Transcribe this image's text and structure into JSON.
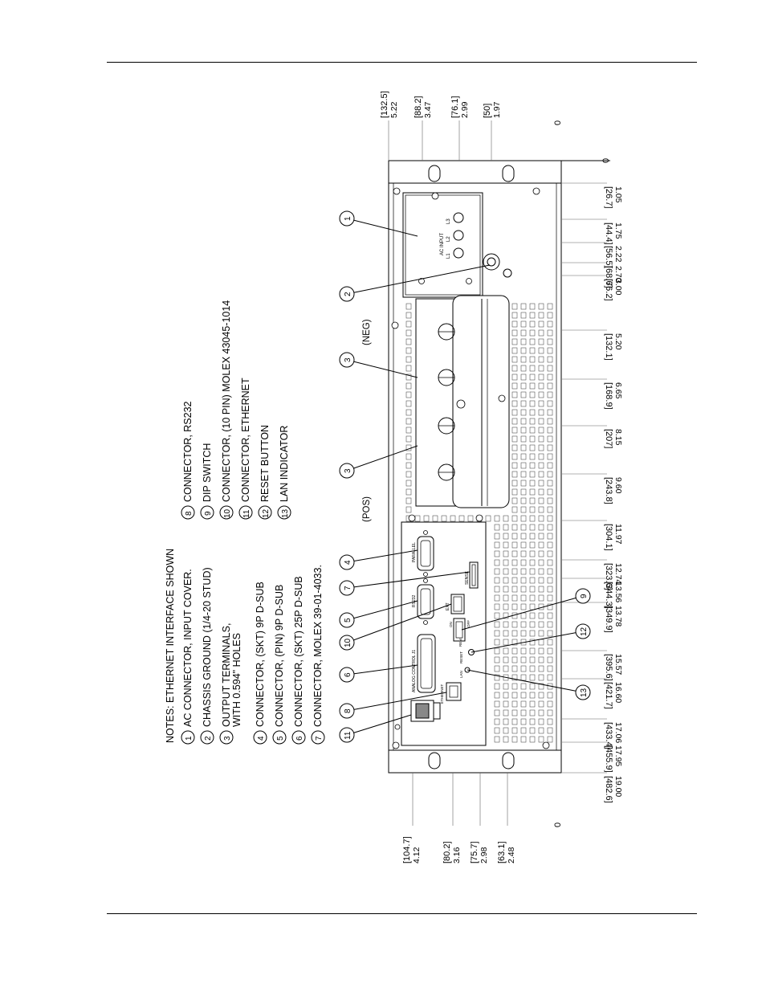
{
  "notes": {
    "title": "NOTES: ETHERNET INTERFACE SHOWN",
    "items": [
      {
        "num": "1",
        "lines": [
          "AC CONNECTOR, INPUT COVER."
        ]
      },
      {
        "num": "2",
        "lines": [
          "CHASSIS GROUND (1/4-20 STUD)"
        ]
      },
      {
        "num": "3",
        "lines": [
          "OUTPUT TERMINALS,",
          "WITH 0.594\" HOLES"
        ]
      },
      {
        "num": "4",
        "lines": [
          "CONNECTOR, (SKT) 9P D-SUB"
        ]
      },
      {
        "num": "5",
        "lines": [
          "CONNECTOR, (PIN) 9P D-SUB"
        ]
      },
      {
        "num": "6",
        "lines": [
          "CONNECTOR, (SKT) 25P D-SUB"
        ]
      },
      {
        "num": "7",
        "lines": [
          "CONNECTOR, MOLEX 39-01-4033."
        ]
      },
      {
        "num": "8",
        "lines": [
          "CONNECTOR, RS232"
        ]
      },
      {
        "num": "9",
        "lines": [
          "DIP SWITCH"
        ]
      },
      {
        "num": "10",
        "lines": [
          "CONNECTOR, (10 PIN) MOLEX 43045-1014"
        ]
      },
      {
        "num": "11",
        "lines": [
          "CONNECTOR, ETHERNET"
        ]
      },
      {
        "num": "12",
        "lines": [
          "RESET BUTTON"
        ]
      },
      {
        "num": "13",
        "lines": [
          "LAN INDICATOR"
        ]
      }
    ]
  },
  "polarity": {
    "neg": "(NEG)",
    "pos": "(POS)"
  },
  "panel_labels": {
    "ac_input": "AC INPUT",
    "l1": "L1",
    "l2": "L2",
    "l3": "L3",
    "parallel": "PARALLEL",
    "rs232": "RS232",
    "sense": "SENSE",
    "analog": "ANALOG CONTROL J1",
    "ethernet": "ETHERNET",
    "reset": "RESET",
    "lan": "LAN",
    "ext": "EXT",
    "rem": "REM",
    "dip_on": "ON",
    "dip_off": "OFF"
  },
  "dims_top": [
    {
      "mm": "132.5",
      "in": "5.22"
    },
    {
      "mm": "88.2",
      "in": "3.47"
    },
    {
      "mm": "76.1",
      "in": "2.99"
    },
    {
      "mm": "50",
      "in": "1.97"
    }
  ],
  "dims_bottom": [
    {
      "mm": "104.7",
      "in": "4.12"
    },
    {
      "mm": "80.2",
      "in": "3.16"
    },
    {
      "mm": "75.7",
      "in": "2.98"
    },
    {
      "mm": "63.1",
      "in": "2.48"
    }
  ],
  "dims_right": [
    {
      "mm": "26.7",
      "in": "1.05"
    },
    {
      "mm": "44.4",
      "in": "1.75"
    },
    {
      "mm": "56.5",
      "in": "2.22"
    },
    {
      "mm": "68.6",
      "in": "2.70"
    },
    {
      "mm": "76.2",
      "in": "3.00"
    },
    {
      "mm": "132.1",
      "in": "5.20"
    },
    {
      "mm": "168.9",
      "in": "6.65"
    },
    {
      "mm": "207",
      "in": "8.15"
    },
    {
      "mm": "243.8",
      "in": "9.60"
    },
    {
      "mm": "304.1",
      "in": "11.97"
    },
    {
      "mm": "323.6",
      "in": "12.74"
    },
    {
      "mm": "344.3",
      "in": "13.56"
    },
    {
      "mm": "349.9",
      "in": "13.78"
    },
    {
      "mm": "395.6",
      "in": "15.57"
    },
    {
      "mm": "421.7",
      "in": "16.60"
    },
    {
      "mm": "433.4",
      "in": "17.06"
    },
    {
      "mm": "455.9",
      "in": "17.95"
    },
    {
      "mm": "482.6",
      "in": "19.00"
    }
  ],
  "zeros": {
    "top": "0",
    "right": "0",
    "bottom": "0"
  }
}
